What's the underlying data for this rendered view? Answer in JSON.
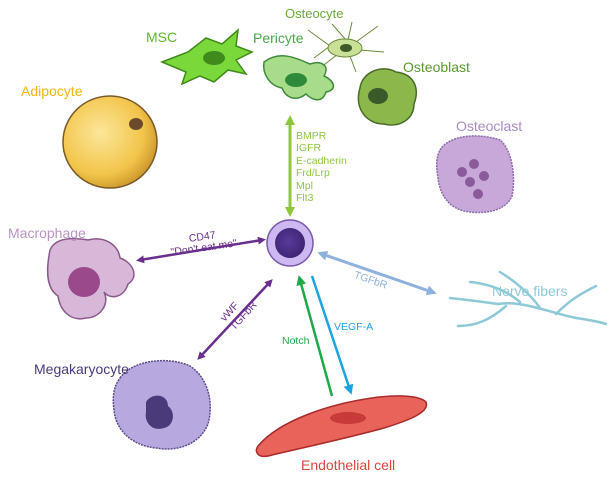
{
  "cells": {
    "msc": {
      "label": "MSC",
      "color": "#5fb82f"
    },
    "osteocyte": {
      "label": "Osteocyte",
      "color": "#6aa83a"
    },
    "pericyte": {
      "label": "Pericyte",
      "color": "#4aa84a"
    },
    "osteoblast": {
      "label": "Osteoblast",
      "color": "#5a9a2a"
    },
    "adipocyte": {
      "label": "Adipocyte",
      "color": "#f2b517"
    },
    "osteoclast": {
      "label": "Osteoclast",
      "color": "#a98cc4"
    },
    "macrophage": {
      "label": "Macrophage",
      "color": "#b895c5"
    },
    "nerve_fibers": {
      "label": "Nerve fibers",
      "color": "#8ec9d8"
    },
    "megakaryocyte": {
      "label": "Megakaryocyte",
      "color": "#4a3a7a"
    },
    "endothelial_cell": {
      "label": "Endothelial cell",
      "color": "#d9463c"
    }
  },
  "interactions": {
    "niche_factors": {
      "lines": [
        "BMPR",
        "IGFR",
        "E-cadherin",
        "Frd/Lrp",
        "Mpl",
        "Flt3"
      ],
      "color": "#8fc63f"
    },
    "macrophage": {
      "line1": "CD47",
      "line2": "\"Don't eat me\"",
      "color": "#6a2f8e"
    },
    "megakaryocyte": {
      "line1": "vWF",
      "line2": "TGFbR",
      "color": "#6a2f8e"
    },
    "nerve": {
      "label": "TGFbR",
      "color": "#8fb1dd"
    },
    "notch": {
      "label": "Notch",
      "color": "#1fa84a"
    },
    "vegf": {
      "label": "VEGF-A",
      "color": "#1aa3e0"
    }
  }
}
